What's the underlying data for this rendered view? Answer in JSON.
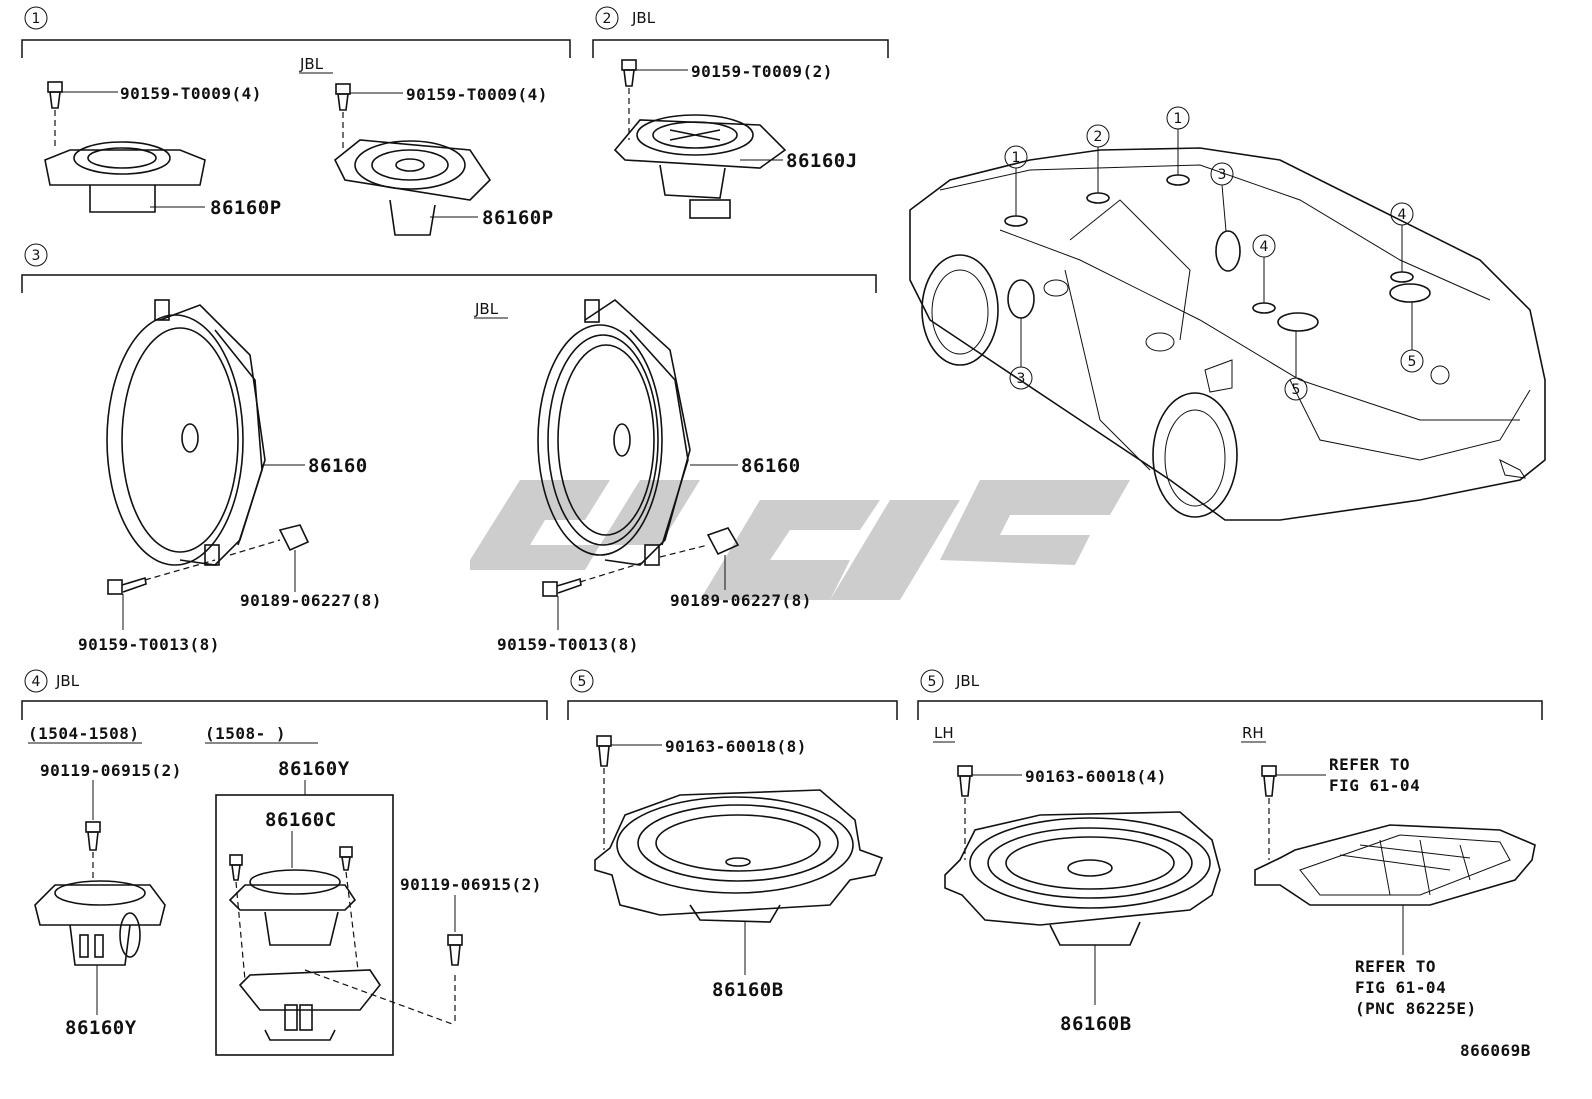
{
  "jbl": "JBL",
  "sections": {
    "s1": {
      "num": "1"
    },
    "s2": {
      "num": "2",
      "tag": "JBL"
    },
    "s3": {
      "num": "3"
    },
    "s4": {
      "num": "4",
      "tag": "JBL"
    },
    "s5a": {
      "num": "5"
    },
    "s5b": {
      "num": "5",
      "tag": "JBL"
    }
  },
  "labels": {
    "s1_bolt_a": "90159-T0009(4)",
    "s1_spk_a": "86160P",
    "s1_jbl": "JBL",
    "s1_bolt_b": "90159-T0009(4)",
    "s1_spk_b": "86160P",
    "s2_bolt": "90159-T0009(2)",
    "s2_spk": "86160J",
    "s3_jbl": "JBL",
    "s3_spk_a": "86160",
    "s3_clip_a": "90189-06227(8)",
    "s3_bolt_a": "90159-T0013(8)",
    "s3_spk_b": "86160",
    "s3_clip_b": "90189-06227(8)",
    "s3_bolt_b": "90159-T0013(8)",
    "s4_date_a": "(1504-1508)",
    "s4_date_b": "(1508-     )",
    "s4_bolt_a": "90119-06915(2)",
    "s4_spk_a": "86160Y",
    "s4_asm": "86160Y",
    "s4_sub": "86160C",
    "s4_bolt_b": "90119-06915(2)",
    "s5a_bolt": "90163-60018(8)",
    "s5a_spk": "86160B",
    "s5b_lh": "LH",
    "s5b_rh": "RH",
    "s5b_bolt": "90163-60018(4)",
    "s5b_spk": "86160B",
    "s5b_ref1_l1": "REFER TO",
    "s5b_ref1_l2": "FIG 61-04",
    "s5b_ref2_l1": "REFER TO",
    "s5b_ref2_l2": "FIG 61-04",
    "s5b_ref2_l3": "(PNC 86225E)"
  },
  "car_callouts": {
    "c1a": "1",
    "c2": "2",
    "c1b": "1",
    "c3a": "3",
    "c4a": "4",
    "c4b": "4",
    "c3b": "3",
    "c5a": "5",
    "c5b": "5"
  },
  "figure_code": "866069B"
}
